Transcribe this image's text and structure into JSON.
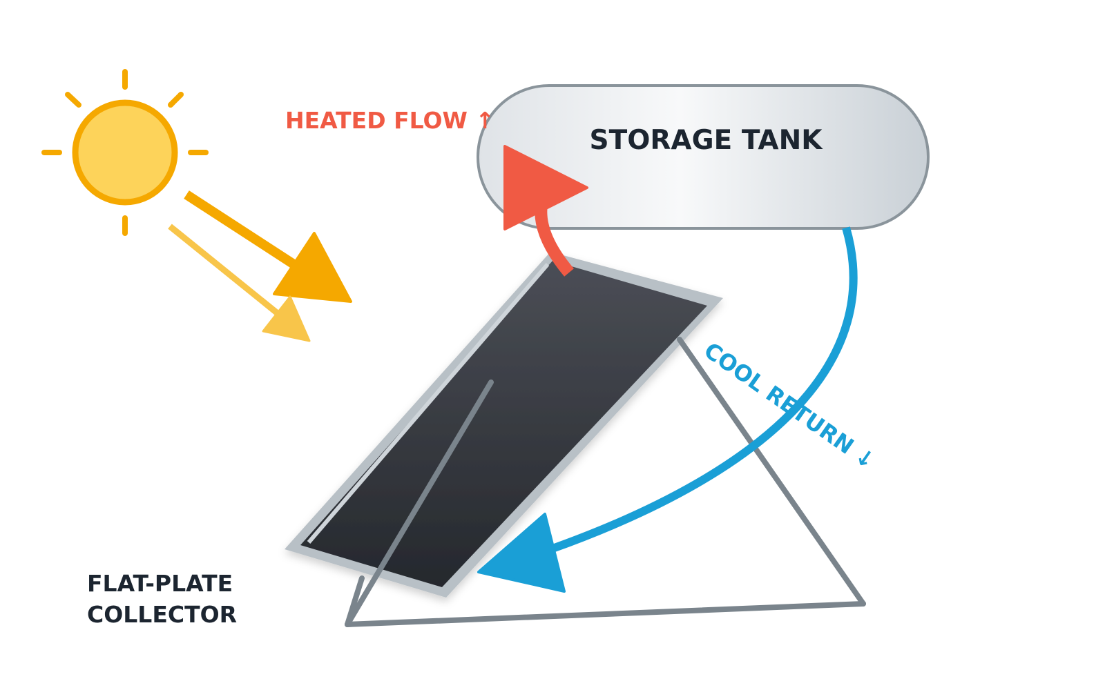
{
  "diagram": {
    "tank_label": "STORAGE TANK",
    "heated_flow_label": "HEATED FLOW ↑",
    "cool_return_label": "COOL RETURN ↓",
    "collector_label_line1": "FLAT-PLATE",
    "collector_label_line2": "COLLECTOR"
  },
  "colors": {
    "sun": "#f5a800",
    "sun_fill": "#fdd35a",
    "sun_ray_light": "#f8c54a",
    "heated_flow": "#f05a44",
    "cool_return": "#1a9fd6",
    "panel": "#2c2f35",
    "frame": "#7a848c",
    "text_dark": "#1c2530"
  },
  "icons": {
    "sun": "sun-icon",
    "sunlight": "sunlight-arrow-icon"
  }
}
